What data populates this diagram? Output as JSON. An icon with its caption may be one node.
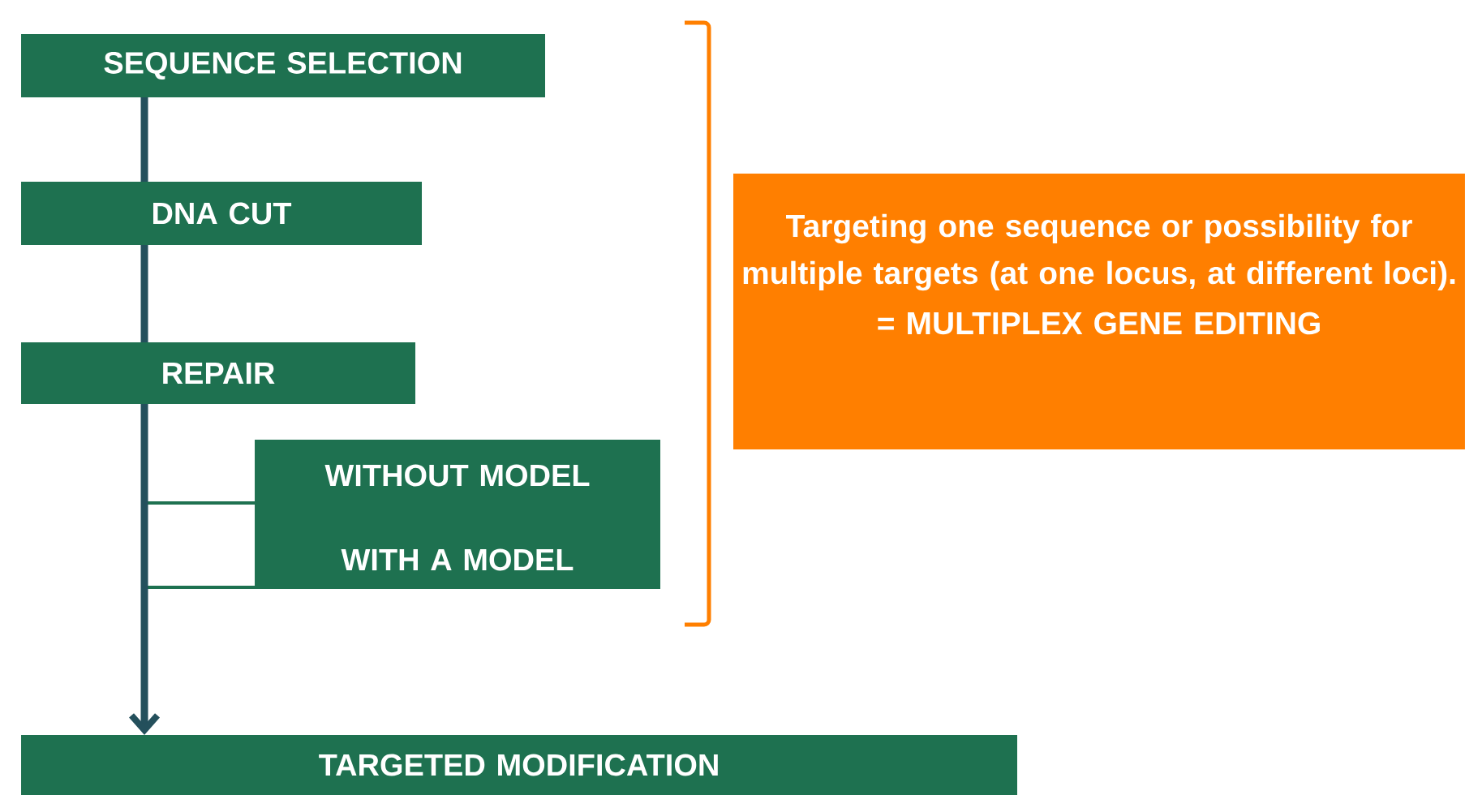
{
  "diagram": {
    "nodes": [
      {
        "text": [
          "SEQUENCE SELECTION"
        ]
      },
      {
        "text": [
          "DNA CUT"
        ]
      },
      {
        "text": [
          "REPAIR"
        ]
      },
      {
        "text": [
          "WITHOUT MODEL"
        ]
      },
      {
        "text": [
          "WITH A MODEL"
        ]
      },
      {
        "text": [
          "TARGETED MODIFICATION"
        ]
      },
      {
        "text": [
          "Targeting one sequence or possibility for multiple targets (at one locus, at different loci).",
          "= MULTIPLEX GENE EDITING"
        ]
      }
    ],
    "edges": [
      {
        "from": 2,
        "to": 3,
        "arrow": "none",
        "color": "#1e7150"
      },
      {
        "from": 2,
        "to": 4,
        "arrow": "none",
        "color": "#1e7150"
      },
      {
        "from": 0,
        "to": 1,
        "arrow": "none"
      },
      {
        "from": 1,
        "to": 2,
        "arrow": "none"
      },
      {
        "from": 2,
        "to": 5,
        "arrow": "to"
      }
    ]
  }
}
